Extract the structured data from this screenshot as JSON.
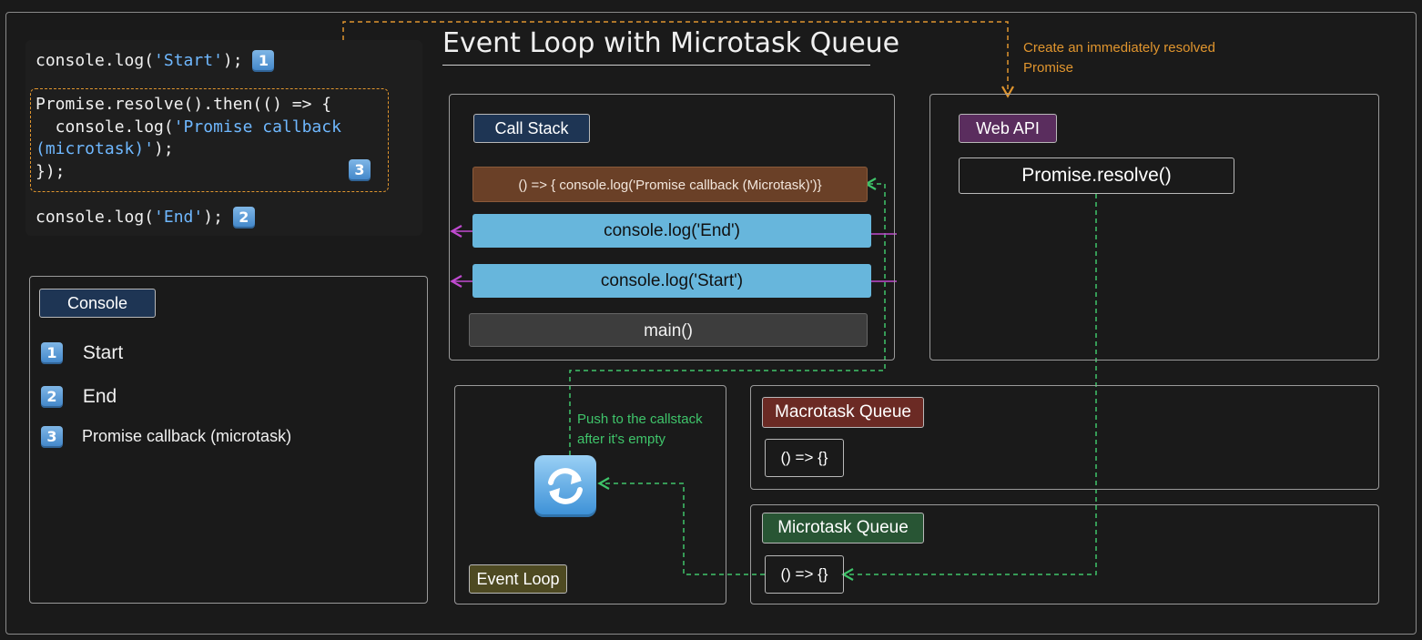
{
  "title": "Event Loop with Microtask Queue",
  "code": {
    "line1": {
      "prefix": "console.log(",
      "str": "'Start'",
      "suffix": ");",
      "badge": "1"
    },
    "line2a": "Promise.resolve().then(() => {",
    "line2b": {
      "prefix": "  console.log(",
      "str": "'Promise callback"
    },
    "line2c": {
      "str": "(microtask)'",
      "suffix": ");"
    },
    "line2d": "});",
    "line2_badge": "3",
    "line3": {
      "prefix": "console.log(",
      "str": "'End'",
      "suffix": ");",
      "badge": "2"
    }
  },
  "annotations": {
    "web_api_note": [
      "Create an immediately resolved",
      "Promise"
    ],
    "event_loop_note": [
      "Push to the callstack",
      "after it's empty"
    ]
  },
  "call_stack": {
    "label": "Call Stack",
    "items": [
      "() => { console.log('Promise callback (Microtask)')}",
      "console.log('End')",
      "console.log('Start')",
      "main()"
    ]
  },
  "web_api": {
    "label": "Web API",
    "item": "Promise.resolve()"
  },
  "console": {
    "label": "Console",
    "lines": [
      {
        "badge": "1",
        "text": "Start"
      },
      {
        "badge": "2",
        "text": "End"
      },
      {
        "badge": "3",
        "text": "Promise callback (microtask)"
      }
    ]
  },
  "event_loop": {
    "label": "Event Loop",
    "icon": "refresh-icon"
  },
  "macrotask_queue": {
    "label": "Macrotask Queue",
    "item": "() => {}"
  },
  "microtask_queue": {
    "label": "Microtask Queue",
    "item": "() => {}"
  },
  "colors": {
    "background": "#1a1a1a",
    "call_stack_label": "#1e3554",
    "web_api_label": "#5a2d5e",
    "console_label": "#1e3554",
    "macrotask_label": "#6b2a24",
    "microtask_label": "#285534",
    "event_loop_label": "#4e4a22",
    "stack_blue": "#67b6dc",
    "stack_brown": "#6a4027",
    "stack_gray": "#3d3d3d",
    "orange_arrow": "#e0952e",
    "green_arrow": "#3fc46a",
    "purple_arrow": "#c04ad0"
  }
}
